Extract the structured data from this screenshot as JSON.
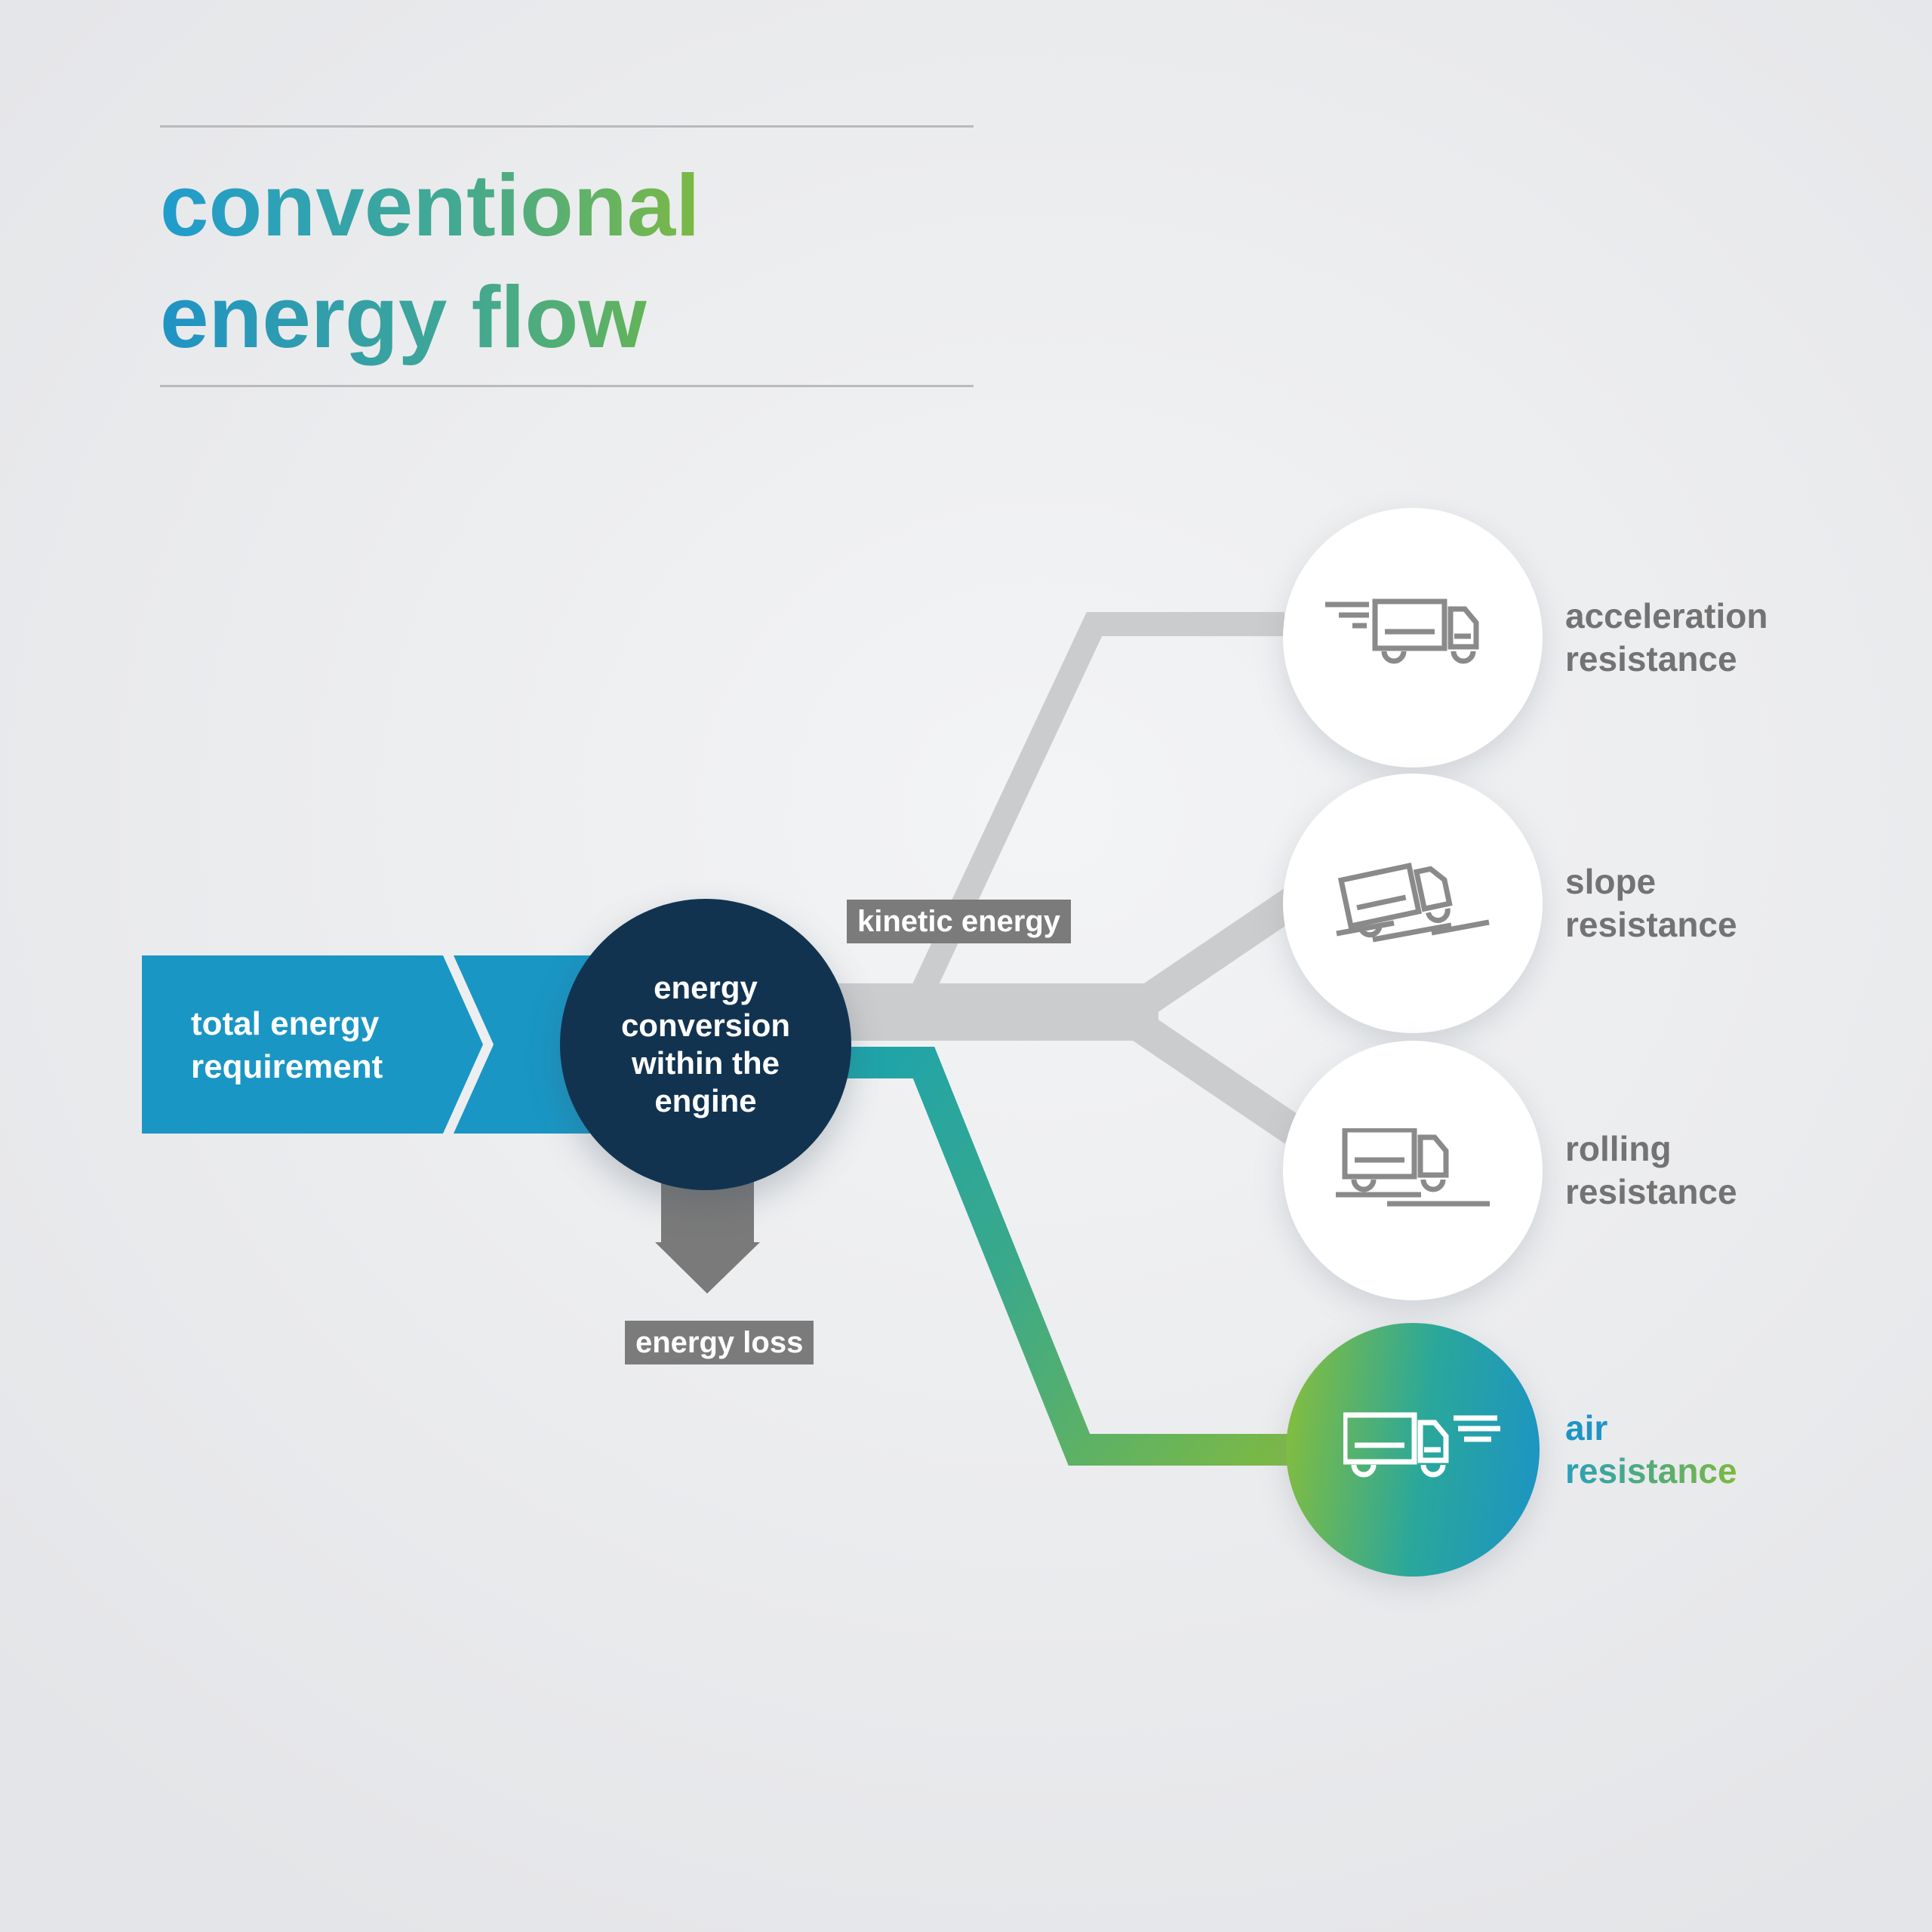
{
  "title": {
    "line1": "conventional",
    "line2": "energy flow"
  },
  "colors": {
    "banner_blue": "#1a96c4",
    "engine_navy": "#123350",
    "connector_gray": "#cbcccd",
    "label_gray_bg": "#7b7b7b",
    "arrow_gray": "#7a7a7a",
    "text_gray": "#737373",
    "teal": "#1ca3ad",
    "green": "#7cb944",
    "air_text_blue": "#1d94c6"
  },
  "source_node": {
    "line1": "total energy",
    "line2": "requirement"
  },
  "engine_node": {
    "lines": [
      "energy",
      "conversion",
      "within the",
      "engine"
    ]
  },
  "labels": {
    "kinetic": "kinetic energy",
    "loss": "energy loss"
  },
  "outcomes": [
    {
      "name": "acceleration resistance",
      "line1": "acceleration",
      "line2": "resistance",
      "icon": "truck-accelerating-icon"
    },
    {
      "name": "slope resistance",
      "line1": "slope",
      "line2": "resistance",
      "icon": "truck-uphill-icon"
    },
    {
      "name": "rolling resistance",
      "line1": "rolling",
      "line2": "resistance",
      "icon": "truck-rolling-icon"
    },
    {
      "name": "air resistance",
      "line1": "air",
      "line2": "resistance",
      "icon": "truck-airflow-icon"
    }
  ]
}
